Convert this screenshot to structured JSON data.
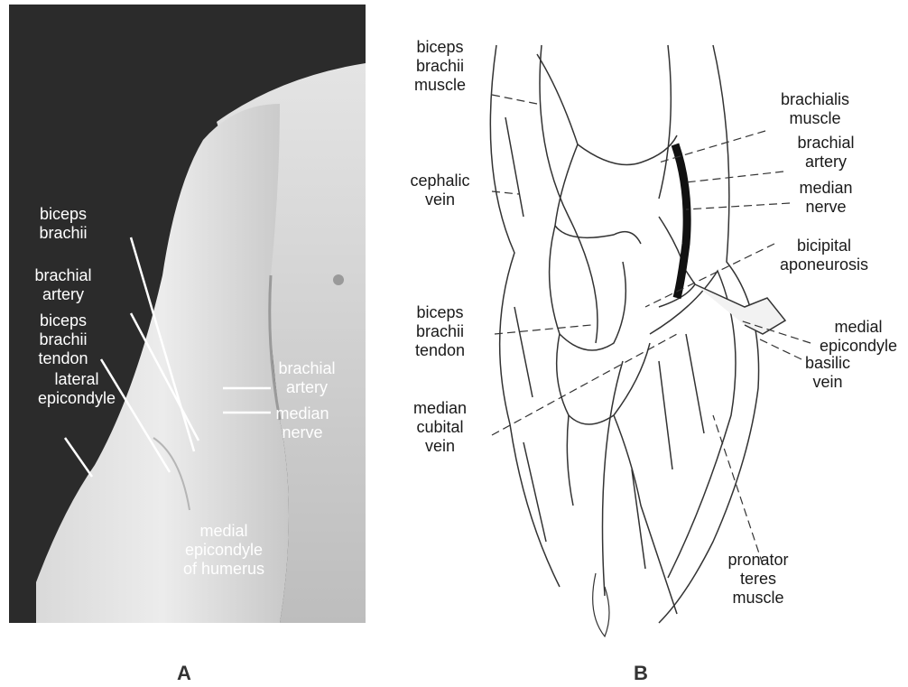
{
  "panel_a": {
    "letter": "A",
    "labels": {
      "biceps_brachii": "biceps\nbrachii",
      "brachial_artery": "brachial\nartery",
      "biceps_brachii_tendon": "biceps\nbrachii\ntendon",
      "lateral_epicondyle": "lateral\nepicondyle",
      "brachial_artery_right": "brachial\nartery",
      "median_nerve": "median\nnerve",
      "medial_epicondyle_of_humerus": "medial\nepicondyle\nof humerus"
    }
  },
  "panel_b": {
    "letter": "B",
    "labels": {
      "biceps_brachii_muscle": "biceps\nbrachii\nmuscle",
      "cephalic_vein": "cephalic\nvein",
      "biceps_brachii_tendon": "biceps\nbrachii\ntendon",
      "median_cubital_vein": "median\ncubital\nvein",
      "brachialis_muscle": "brachialis\nmuscle",
      "brachial_artery": "brachial\nartery",
      "median_nerve": "median\nnerve",
      "bicipital_aponeurosis": "bicipital\naponeurosis",
      "medial_epicondyle": "medial\nepicondyle",
      "basilic_vein": "basilic\nvein",
      "pronator_teres_muscle": "pronator\nteres\nmuscle"
    }
  }
}
